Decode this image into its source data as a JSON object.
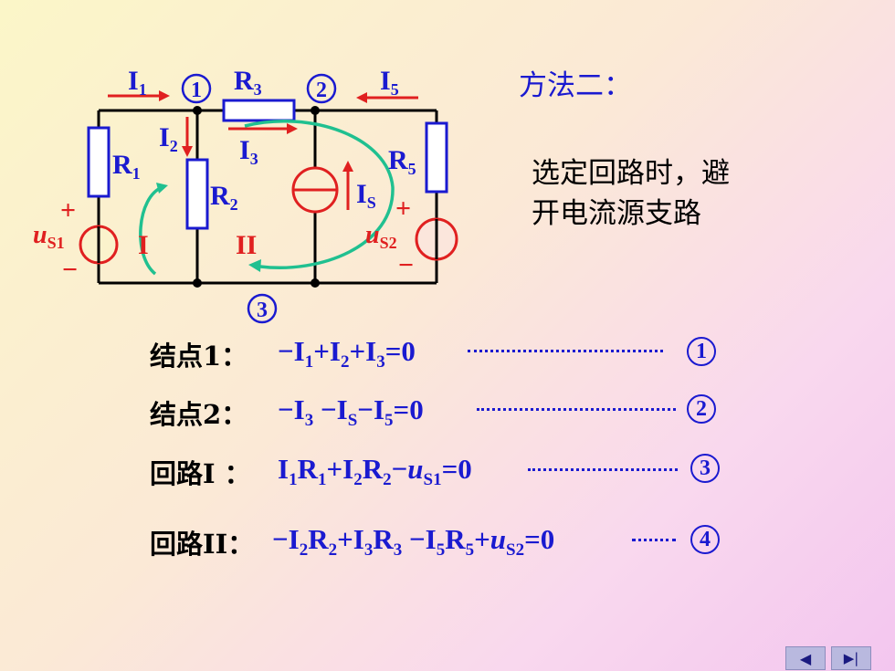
{
  "title": "方法二：",
  "note_lines": [
    "选定回路时，避",
    "开电流源支路"
  ],
  "circuit": {
    "node1": "1",
    "node2": "2",
    "node3": "3",
    "I1": "I",
    "I1_sub": "1",
    "I2": "I",
    "I2_sub": "2",
    "I3": "I",
    "I3_sub": "3",
    "I5": "I",
    "I5_sub": "5",
    "R1": "R",
    "R1_sub": "1",
    "R2": "R",
    "R2_sub": "2",
    "R3": "R",
    "R3_sub": "3",
    "R5": "R",
    "R5_sub": "5",
    "IS": "I",
    "IS_sub": "S",
    "uS1": "u",
    "uS1_sub": "S1",
    "uS2": "u",
    "uS2_sub": "S2",
    "plus": "+",
    "minus": "−",
    "loop1": "I",
    "loop2": "II"
  },
  "equations": [
    {
      "label": "结点1：",
      "num": "1"
    },
    {
      "label": "结点2：",
      "num": "2"
    },
    {
      "label": "回路I ：",
      "num": "3"
    },
    {
      "label": "回路II：",
      "num": "4"
    }
  ],
  "eq_terms": {
    "e1": [
      "−I",
      "1",
      "+I",
      "2",
      "+I",
      "3",
      "=0"
    ],
    "e2": [
      "−I",
      "3",
      " −I",
      "S",
      "−I",
      "5",
      "=0"
    ],
    "e3": [
      "I",
      "1",
      "R",
      "1",
      "+I",
      "2",
      "R",
      "2",
      "−",
      "u",
      "S1",
      "=0"
    ],
    "e4": [
      "−I",
      "2",
      "R",
      "2",
      "+I",
      "3",
      "R",
      "3",
      " −I",
      "5",
      "R",
      "5",
      "+",
      "u",
      "S2",
      "=0"
    ]
  },
  "nav": {
    "prev": "◀",
    "last": "▶|"
  },
  "colors": {
    "blue": "#1a1ad0",
    "red": "#e02020",
    "green": "#20c090",
    "wire": "#000000"
  }
}
